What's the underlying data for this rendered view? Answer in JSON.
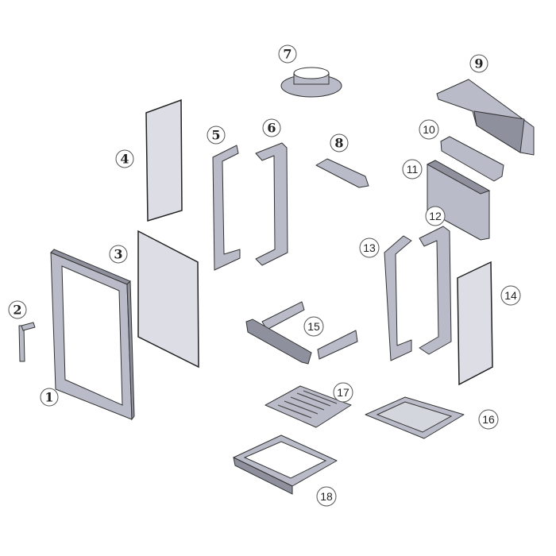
{
  "diagram": {
    "title": "Exploded parts view",
    "colors": {
      "part": "#b9bcc8",
      "panel": "#dcdde5",
      "outline": "#333333"
    },
    "callouts": [
      "1",
      "2",
      "3",
      "4",
      "5",
      "6",
      "7",
      "8",
      "9",
      "10",
      "11",
      "12",
      "13",
      "14",
      "15",
      "16",
      "17",
      "18"
    ]
  }
}
